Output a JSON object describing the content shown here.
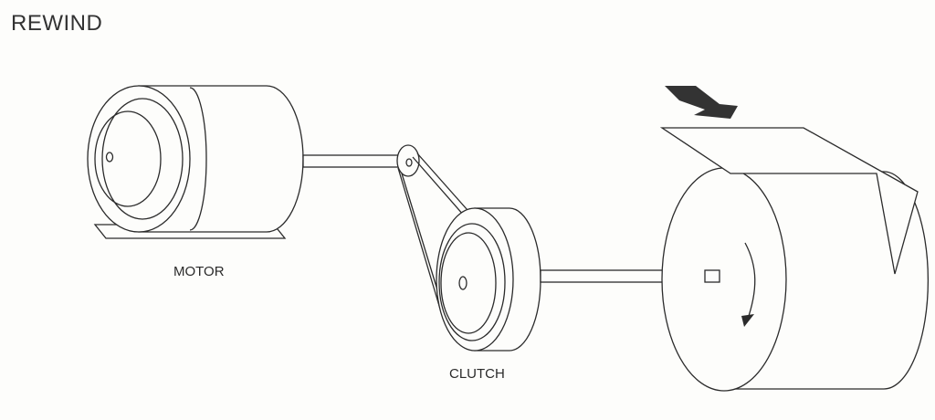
{
  "diagram": {
    "title": "REWIND",
    "labels": {
      "motor": "MOTOR",
      "clutch": "CLUTCH"
    }
  }
}
